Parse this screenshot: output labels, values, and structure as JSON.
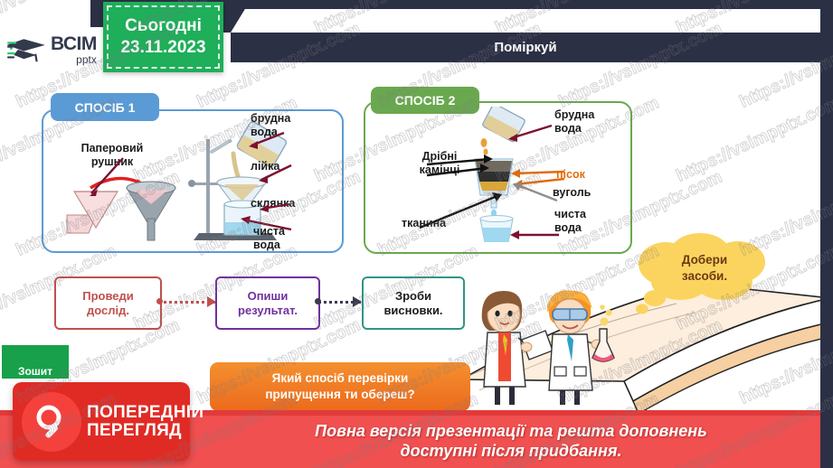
{
  "brand": {
    "logo_title": "ВСІМ",
    "logo_sub": "pptx",
    "logo_icon": "graduation-cap-icon"
  },
  "date_badge": {
    "label": "Сьогодні",
    "date": "23.11.2023",
    "color": "#1fae5a"
  },
  "header": {
    "title": "Поміркуй",
    "bar_color": "#2b3044"
  },
  "method1": {
    "tag": "СПОСІБ 1",
    "tag_color": "#5b9bd5",
    "labels": {
      "towel": "Паперовий\nрушник",
      "dirty_water": "брудна\nвода",
      "funnel": "лійка",
      "glass": "склянка",
      "clean_water": "чиста\nвода"
    }
  },
  "method2": {
    "tag": "СПОСІБ 2",
    "tag_color": "#6aa84f",
    "labels": {
      "dirty_water": "брудна\nвода",
      "small_stones": "Дрібні\nкамінці",
      "sand": "пісок",
      "charcoal": "вуголь",
      "cloth": "тканина",
      "clean_water": "чиста\nвода"
    },
    "sand_color": "#e36c09"
  },
  "flow": [
    {
      "text": "Проведи\nдослід.",
      "color": "#c0504d"
    },
    {
      "text": "Опиши\nрезультат.",
      "color": "#7030a0"
    },
    {
      "text": "Зроби\nвисновки.",
      "color": "#2e9686"
    }
  ],
  "cloud": {
    "line1": "Добери",
    "line2": "засоби.",
    "color": "#fbd45f"
  },
  "note_green": {
    "text": "Зошит",
    "color": "#18a04a"
  },
  "question": {
    "line1": "Який спосіб перевірки",
    "line2": "припущення ти обереш?",
    "color": "#ec6a1d"
  },
  "footer": {
    "line1": "Повна версія презентації та решта доповнень",
    "line2": "доступні після придбання.",
    "bar_color": "#f05050"
  },
  "preview_button": {
    "line1": "ПОПЕРЕДНІЙ",
    "line2": "ПЕРЕГЛЯД",
    "icon": "magnifier-icon",
    "color": "#e02b25"
  },
  "watermarks": [
    "https://vsimpptx.com",
    "https://vsimpptx.com",
    "https://vsimpptx.com",
    "https://vsimpptx.com",
    "https://vsimpptx.com",
    "https://vsimpptx.com",
    "https://vsimpptx.com",
    "https://vsimpptx.com",
    "https://vsimpptx.com",
    "https://vsimpptx.com",
    "https://vsimpptx.com",
    "https://vsimpptx.com",
    "https://vsimpptx.com",
    "https://vsimpptx.com",
    "https://vsimpptx.com",
    "https://vsimpptx.com",
    "https://vsimpptx.com",
    "https://vsimpptx.com",
    "https://vsimpptx.com",
    "https://vsimpptx.com",
    "https://vsimpptx.com",
    "https://vsimpptx.com",
    "https://vsimpptx.com",
    "https://vsimpptx.com",
    "https://vsimpptx.com",
    "https://vsimpptx.com",
    "https://vsimpptx.com",
    "https://vsimpptx.com",
    "https://vsimpptx.com",
    "https://vsimpptx.com",
    "https://vsimpptx.com",
    "https://vsimpptx.com",
    "https://vsimpptx.com",
    "https://vsimpptx.com",
    "https://vsimpptx.com"
  ]
}
